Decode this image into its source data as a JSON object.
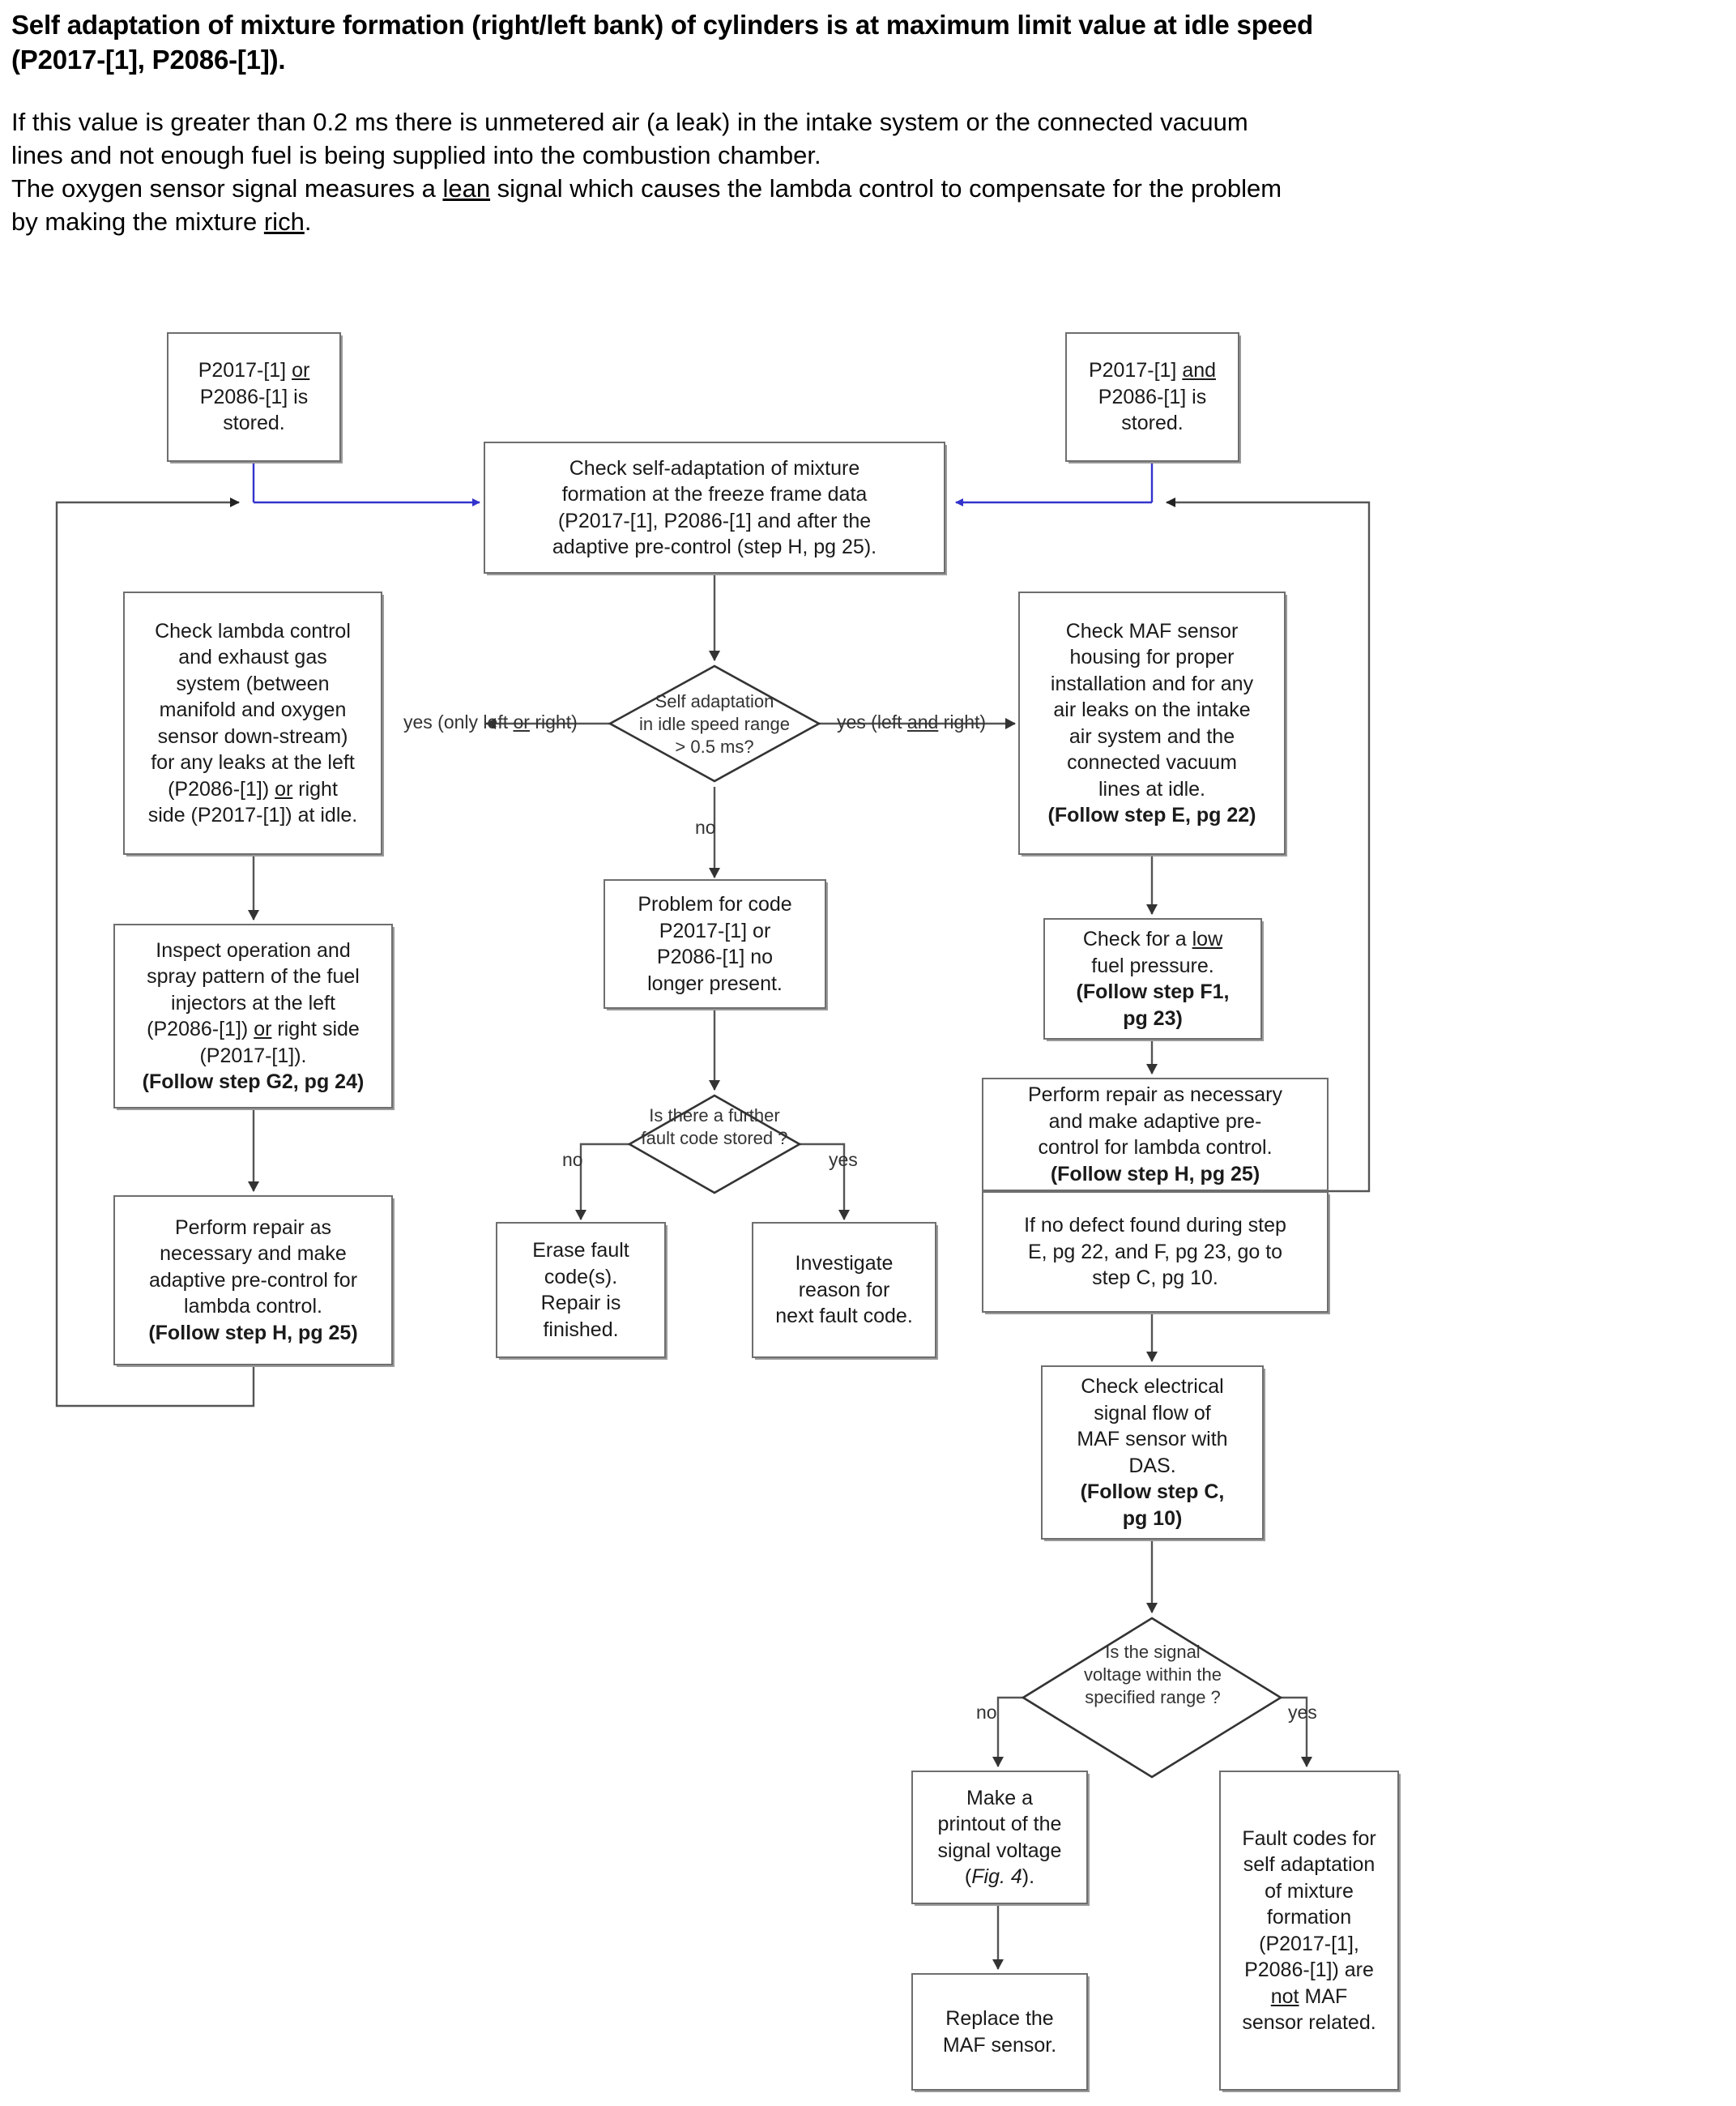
{
  "header": {
    "title_line1": "Self adaptation of mixture formation (right/left bank) of cylinders is at maximum limit value at idle speed",
    "title_line2": "(P2017-[1], P2086-[1]).",
    "para1_line1": "If this value is greater than 0.2 ms there is unmetered air (a leak) in the intake system or the connected vacuum",
    "para1_line2": "lines and not enough fuel is being supplied into the combustion chamber.",
    "para2_a": "The oxygen sensor signal measures a ",
    "para2_lean": "lean",
    "para2_b": " signal which causes the lambda control to compensate for the problem",
    "para2_c": "by making the mixture ",
    "para2_rich": "rich",
    "para2_d": "."
  },
  "nodes": {
    "start_left": {
      "l1_a": "P2017-[1] ",
      "l1_or": "or",
      "l2": "P2086-[1] is",
      "l3": "stored."
    },
    "start_right": {
      "l1_a": "P2017-[1] ",
      "l1_and": "and",
      "l2": "P2086-[1] is",
      "l3": "stored."
    },
    "check_self_adaptation": {
      "l1": "Check self-adaptation of mixture",
      "l2": "formation at the freeze frame data",
      "l3": "(P2017-[1], P2086-[1] and after the",
      "l4": "adaptive pre-control (step H, pg 25)."
    },
    "check_lambda": {
      "l1": "Check lambda control",
      "l2": "and exhaust gas",
      "l3": "system (between",
      "l4": "manifold and oxygen",
      "l5": "sensor down-stream)",
      "l6": "for any leaks at the left",
      "l7_a": "(P2086-[1]) ",
      "l7_or": "or",
      "l7_b": " right",
      "l8": "side (P2017-[1]) at idle."
    },
    "inspect_injectors": {
      "l1": "Inspect operation and",
      "l2": "spray pattern of the fuel",
      "l3": "injectors at the left",
      "l4_a": "(P2086-[1]) ",
      "l4_or": "or",
      "l4_b": " right side",
      "l5": "(P2017-[1]).",
      "l6": "(Follow step G2, pg 24)"
    },
    "perform_repair_left": {
      "l1": "Perform repair as",
      "l2": "necessary and make",
      "l3": "adaptive pre-control for",
      "l4": "lambda control.",
      "l5": "(Follow step H, pg 25)"
    },
    "problem_no_longer": {
      "l1": "Problem for code",
      "l2": "P2017-[1] or",
      "l3": "P2086-[1] no",
      "l4": "longer present."
    },
    "erase_fault": {
      "l1": "Erase fault",
      "l2": "code(s).",
      "l3": "Repair is",
      "l4": "finished."
    },
    "investigate_reason": {
      "l1": "Investigate",
      "l2": "reason for",
      "l3": "next fault code."
    },
    "check_maf_housing": {
      "l1": "Check  MAF sensor",
      "l2": "housing for proper",
      "l3": "installation and  for any",
      "l4": "air leaks on the intake",
      "l5": "air system and the",
      "l6": "connected vacuum",
      "l7": "lines at idle.",
      "l8": "(Follow step E, pg 22)"
    },
    "check_fuel_pressure": {
      "l1_a": "Check for a ",
      "l1_low": "low",
      "l2": "fuel pressure.",
      "l3": "(Follow step F1,",
      "l4": "pg 23)"
    },
    "perform_repair_right": {
      "l1": "Perform repair as necessary",
      "l2": "and make adaptive pre-",
      "l3": "control for lambda control.",
      "l4": "(Follow step H, pg 25)"
    },
    "no_defect_note": {
      "l1": "If no defect found during step",
      "l2": "E, pg 22, and F, pg 23, go to",
      "l3": "step C, pg 10."
    },
    "check_electrical": {
      "l1": "Check electrical",
      "l2": "signal flow of",
      "l3": "MAF sensor with",
      "l4": "DAS.",
      "l5": "(Follow step C,",
      "l6": "pg 10)"
    },
    "make_printout": {
      "l1": "Make a",
      "l2": "printout of the",
      "l3": "signal voltage",
      "l4_a": "(",
      "l4_fig": "Fig. 4",
      "l4_b": ")."
    },
    "replace_maf": {
      "l1": "Replace the",
      "l2": "MAF sensor."
    },
    "fault_codes_not_maf": {
      "l1": "Fault codes for",
      "l2": "self adaptation",
      "l3": "of mixture",
      "l4": "formation",
      "l5": "(P2017-[1],",
      "l6": "P2086-[1]) are",
      "l7_not": "not",
      "l7_b": "  MAF",
      "l8": "sensor related."
    }
  },
  "decisions": {
    "self_adaptation": {
      "l1": "Self adaptation",
      "l2": "in idle speed range",
      "l3": "> 0.5 ms?"
    },
    "further_fault_code": {
      "l1": "Is there a further",
      "l2": "fault code stored ?"
    },
    "signal_voltage": {
      "l1": "Is the signal",
      "l2": "voltage  within the",
      "l3": "specified range ?"
    }
  },
  "edge_labels": {
    "yes_only_left_or_right_a": "yes (only left ",
    "yes_only_left_or_right_or": "or",
    "yes_only_left_or_right_b": " right)",
    "yes_left_and_right_a": "yes (left ",
    "yes_left_and_right_and": "and",
    "yes_left_and_right_b": " right)",
    "no_center": "no",
    "no_fault": "no",
    "yes_fault": "yes",
    "no_voltage": "no",
    "yes_voltage": "yes"
  },
  "colors": {
    "flow_blue": "#3333cc",
    "line_gray": "#555555",
    "box_border": "#6e6e6e"
  }
}
